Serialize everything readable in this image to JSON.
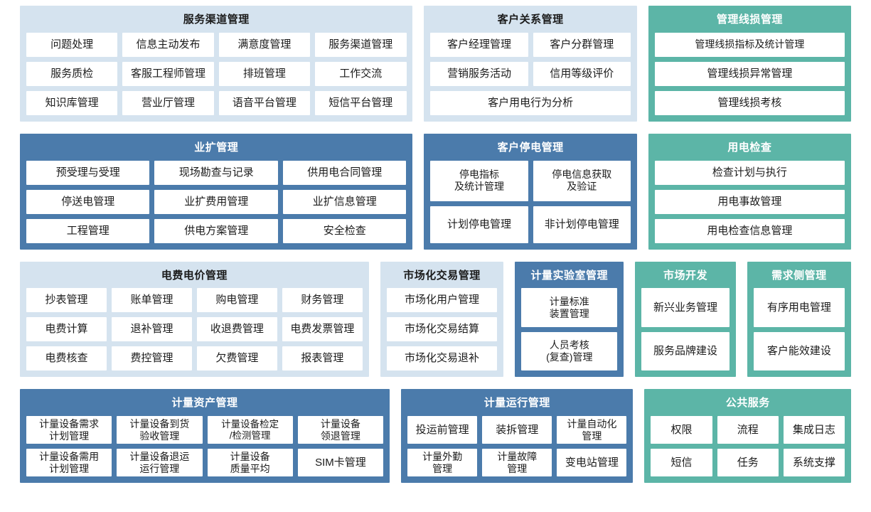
{
  "meta": {
    "colors": {
      "light_panel": "#d5e3ef",
      "blue_panel": "#4b7bab",
      "teal_panel": "#5cb5a7",
      "tile": "#ffffff",
      "text_dark": "#1b1b1b",
      "text_light": "#ffffff"
    }
  },
  "rows": [
    {
      "name": "row-1",
      "panels": [
        {
          "id": "service-channel-management",
          "title": "服务渠道管理",
          "theme": "light",
          "flex": 3.04,
          "tiles": [
            [
              "问题处理",
              "信息主动发布",
              "满意度管理",
              "服务渠道管理"
            ],
            [
              "服务质检",
              "客服工程师管理",
              "排班管理",
              "工作交流"
            ],
            [
              "知识库管理",
              "营业厅管理",
              "语音平台管理",
              "短信平台管理"
            ]
          ]
        },
        {
          "id": "customer-relationship-management",
          "title": "客户关系管理",
          "theme": "light",
          "flex": 1.6,
          "tiles": [
            [
              "客户经理管理",
              "客户分群管理"
            ],
            [
              "营销服务活动",
              "信用等级评价"
            ],
            [
              "客户用电行为分析"
            ]
          ]
        },
        {
          "id": "management-line-loss-management",
          "title": "管理线损管理",
          "theme": "teal",
          "flex": 1.52,
          "tiles": [
            [
              "管理线损指标及统计管理"
            ],
            [
              "管理线损异常管理"
            ],
            [
              "管理线损考核"
            ]
          ]
        }
      ]
    },
    {
      "name": "row-2",
      "panels": [
        {
          "id": "business-expansion-management",
          "title": "业扩管理",
          "theme": "blue",
          "flex": 3.04,
          "tiles": [
            [
              "预受理与受理",
              "现场勘查与记录",
              "供用电合同管理"
            ],
            [
              "停送电管理",
              "业扩费用管理",
              "业扩信息管理"
            ],
            [
              "工程管理",
              "供电方案管理",
              "安全检查"
            ]
          ]
        },
        {
          "id": "customer-outage-management",
          "title": "客户停电管理",
          "theme": "blue",
          "flex": 1.6,
          "tiles": [
            [
              "停电指标\n及统计管理",
              "停电信息获取\n及验证"
            ],
            [
              "计划停电管理",
              "非计划停电管理"
            ]
          ]
        },
        {
          "id": "electricity-inspection",
          "title": "用电检查",
          "theme": "teal",
          "flex": 1.52,
          "tiles": [
            [
              "检查计划与执行"
            ],
            [
              "用电事故管理"
            ],
            [
              "用电检查信息管理"
            ]
          ]
        }
      ]
    },
    {
      "name": "row-3",
      "panels": [
        {
          "id": "electricity-fee-price-management",
          "title": "电费电价管理",
          "theme": "light",
          "flex": 2.8,
          "tiles": [
            [
              "抄表管理",
              "账单管理",
              "购电管理",
              "财务管理"
            ],
            [
              "电费计算",
              "退补管理",
              "收退费管理",
              "电费发票管理"
            ],
            [
              "电费核查",
              "费控管理",
              "欠费管理",
              "报表管理"
            ]
          ]
        },
        {
          "id": "market-trading-management",
          "title": "市场化交易管理",
          "theme": "light",
          "flex": 0.92,
          "tiles": [
            [
              "市场化用户管理"
            ],
            [
              "市场化交易结算"
            ],
            [
              "市场化交易退补"
            ]
          ]
        },
        {
          "id": "metering-laboratory-management",
          "title": "计量实验室管理",
          "theme": "blue",
          "flex": 0.8,
          "tiles": [
            [
              "计量标准\n装置管理"
            ],
            [
              "人员考核\n(复查)管理"
            ]
          ]
        },
        {
          "id": "market-development",
          "title": "市场开发",
          "theme": "teal",
          "flex": 0.73,
          "tiles": [
            [
              "新兴业务管理"
            ],
            [
              "服务品牌建设"
            ]
          ]
        },
        {
          "id": "demand-side-management",
          "title": "需求侧管理",
          "theme": "teal",
          "flex": 0.76,
          "tiles": [
            [
              "有序用电管理"
            ],
            [
              "客户能效建设"
            ]
          ]
        }
      ]
    },
    {
      "name": "row-4",
      "panels": [
        {
          "id": "metering-asset-management",
          "title": "计量资产管理",
          "theme": "blue",
          "flex": 2.8,
          "tiles": [
            [
              "计量设备需求\n计划管理",
              "计量设备到货\n验收管理",
              "计量设备检定\n/检测管理",
              "计量设备\n领退管理"
            ],
            [
              "计量设备需用\n计划管理",
              "计量设备退运\n运行管理",
              "计量设备\n质量平均",
              "SIM卡管理"
            ]
          ]
        },
        {
          "id": "metering-operation-management",
          "title": "计量运行管理",
          "theme": "blue",
          "flex": 1.72,
          "tiles": [
            [
              "投运前管理",
              "装拆管理",
              "计量自动化\n管理"
            ],
            [
              "计量外勤\n管理",
              "计量故障\n管理",
              "变电站管理"
            ]
          ]
        },
        {
          "id": "public-service",
          "title": "公共服务",
          "theme": "teal",
          "flex": 1.52,
          "tiles": [
            [
              "权限",
              "流程",
              "集成日志"
            ],
            [
              "短信",
              "任务",
              "系统支撑"
            ]
          ]
        }
      ]
    }
  ]
}
